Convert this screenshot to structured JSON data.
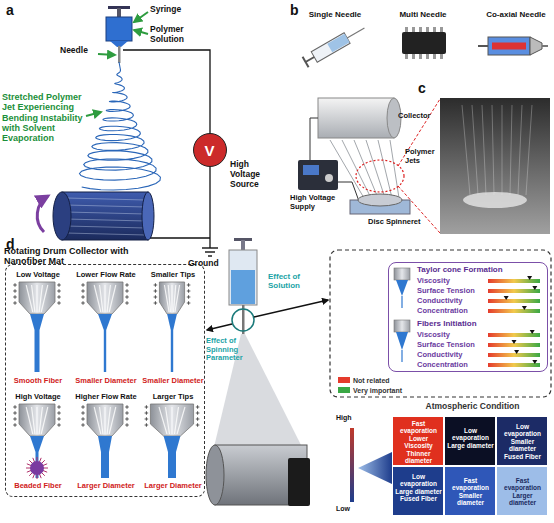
{
  "diagram": {
    "nodes": [
      {
        "text": [
          "V"
        ]
      },
      {
        "text": [
          "Low Voltage",
          "Lower Flow Rate",
          "Smaller Tips",
          "Smooth Fiber",
          "Smaller Diameter",
          "Smaller Diameter",
          "High Voltage",
          "Higher Flow Rate",
          "Larger Tips",
          "Beaded Fiber",
          "Larger Diameter",
          "Larger Diameter"
        ]
      },
      {
        "text": [
          "Taylor cone Formation",
          "Viscosity",
          "Surface Tension",
          "Conductivity",
          "Concentration",
          "Fibers Initiation",
          "Viscosity",
          "Surface Tension",
          "Conductivity",
          "Concentration"
        ]
      },
      {
        "text": [
          "Atmospheric Condition"
        ]
      },
      {
        "text": [
          "Fast evaporation Lower Viscosity Thinner diameter"
        ],
        "in": 3
      },
      {
        "text": [
          "Low evaporation Large diameter"
        ],
        "in": 3
      },
      {
        "text": [
          "Low evaporation Smaller diameter Fused Fiber"
        ],
        "in": 3
      },
      {
        "text": [
          "Low evaporation Large diameter Fused Fiber"
        ],
        "in": 3
      },
      {
        "text": [
          "Fast evaporation Smaller diameter"
        ],
        "in": 3
      },
      {
        "text": [
          "Fast evaporation Larger diameter"
        ],
        "in": 3
      }
    ],
    "labels": [
      "a",
      "Syringe",
      "Polymer Solution",
      "Needle",
      "Stretched Polymer Jet Experiencing Bending Instability with Solvent Evaporation",
      "High Voltage Source",
      "Rotating Drum Collector with Nanofiber Mat",
      "Ground",
      "b",
      "Single Needle",
      "Multi Needle",
      "Co-axial Needle",
      "c",
      "Collector",
      "Polymer Jets",
      "High Voltage Supply",
      "Disc Spinneret",
      "d",
      "Effect of Spinning Parameter",
      "Effect of Solution",
      "High",
      "Low"
    ],
    "legend": [
      {
        "text": "Not related",
        "color": "#e53b2c"
      },
      {
        "text": "Very important",
        "color": "#3aa845"
      }
    ]
  }
}
